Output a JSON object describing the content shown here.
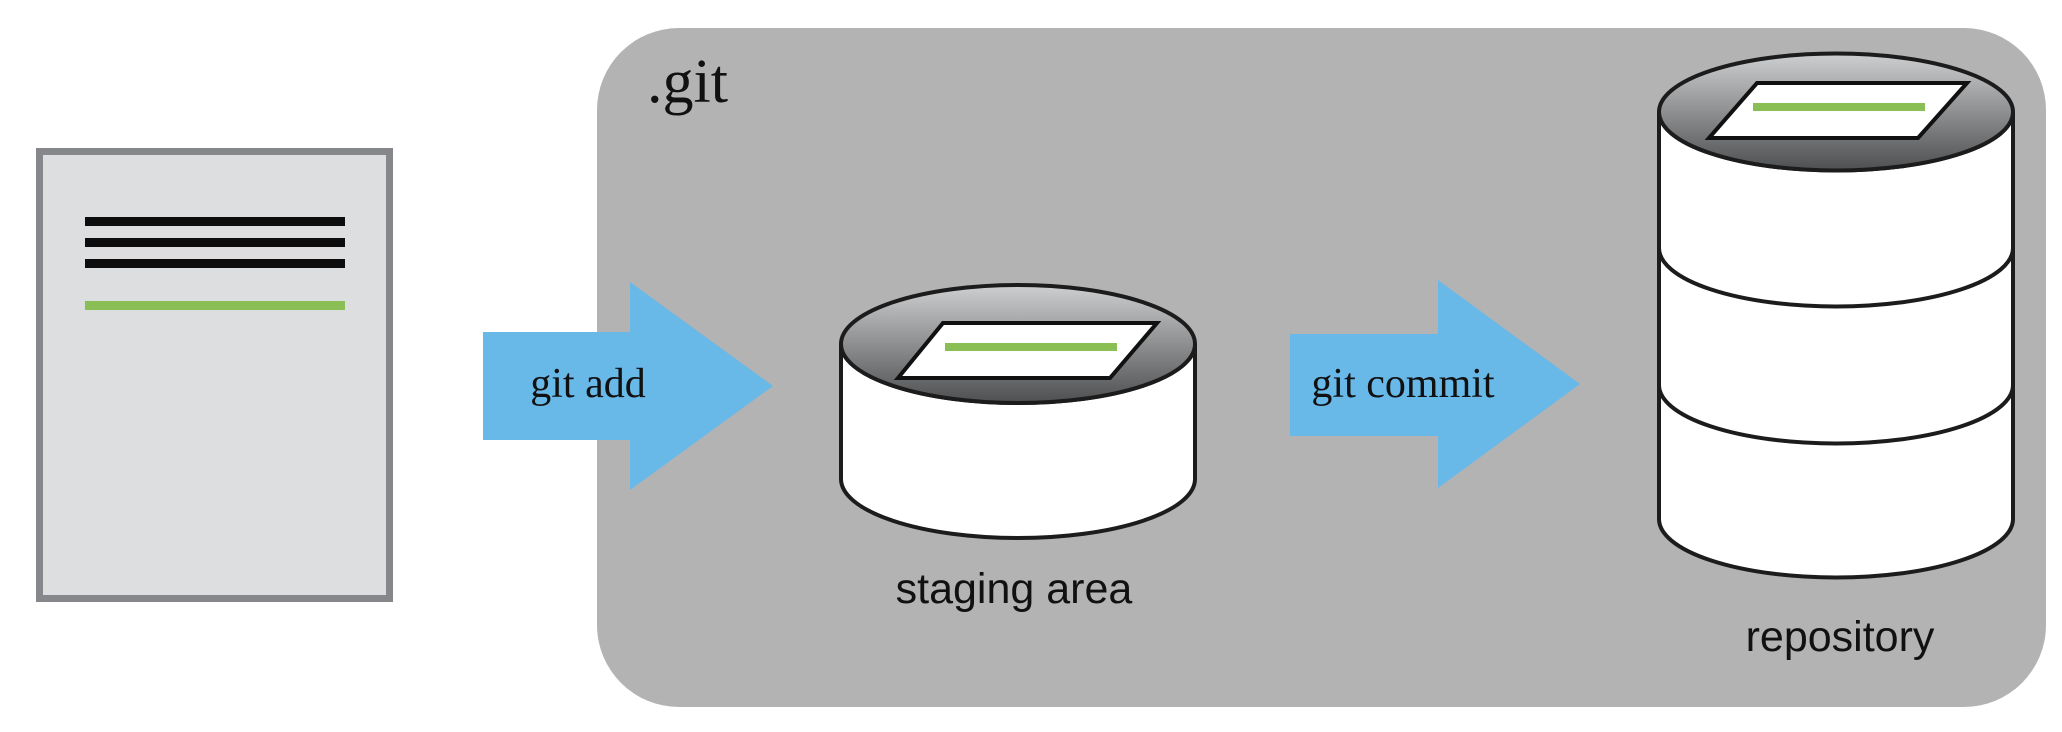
{
  "panel": {
    "label": ".git"
  },
  "arrows": {
    "add": {
      "label": "git add"
    },
    "commit": {
      "label": "git commit"
    }
  },
  "staging": {
    "label": "staging area"
  },
  "repository": {
    "label": "repository"
  },
  "icons": {
    "working_file": "document-icon",
    "staged_file": "paper-sheet-icon",
    "committed_file": "paper-sheet-icon",
    "staging_store": "cylinder-database-icon",
    "repository_store": "stacked-cylinder-database-icon",
    "flow": "right-arrow-icon"
  },
  "colors": {
    "panel_gray": "#b3b3b3",
    "arrow_blue": "#68b8e8",
    "accent_green": "#8abf55",
    "document_fill": "#dcdee0",
    "document_border": "#85878a",
    "ink_black": "#0d0d0d",
    "outline_dark": "#1c1c1c",
    "cylinder_fill": "#ffffff"
  }
}
